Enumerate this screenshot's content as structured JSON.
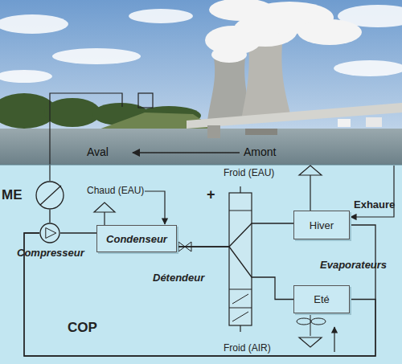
{
  "diagram": {
    "nodes": [
      {
        "text": [
          "ME"
        ]
      },
      {
        "text": [
          "Compresseur"
        ]
      },
      {
        "text": [
          "Condenseur"
        ]
      },
      {
        "text": [
          "Hiver"
        ]
      },
      {
        "text": [
          "Eté"
        ]
      }
    ],
    "edges": [
      {
        "from": 0,
        "to": 1,
        "arrow": "none"
      },
      {
        "from": 1,
        "to": 2,
        "arrow": "none"
      },
      {
        "from": 2,
        "to": 3,
        "arrow": "none"
      },
      {
        "from": 2,
        "to": 4,
        "arrow": "none"
      },
      {
        "from": 3,
        "to": 1,
        "arrow": "none"
      },
      {
        "from": 4,
        "to": 1,
        "arrow": "none"
      }
    ],
    "labels": [
      "Aval",
      "Amont",
      "Chaud (EAU)",
      "Froid (EAU)",
      "Exhaure",
      "Evaporateurs",
      "+",
      "Détendeur",
      "Froid (AIR)",
      "COP"
    ]
  }
}
